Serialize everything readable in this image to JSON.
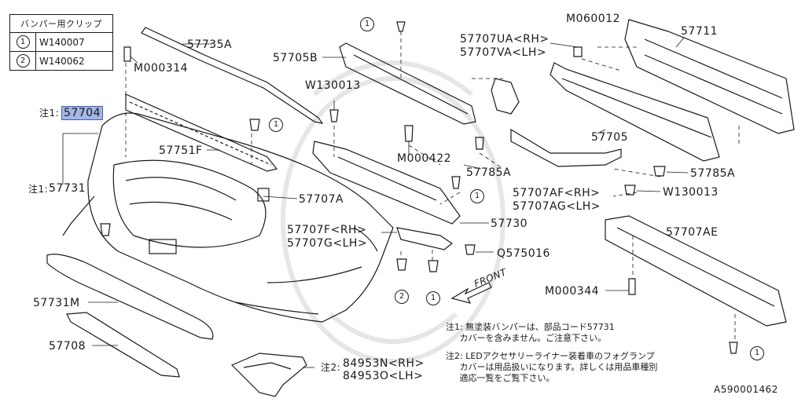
{
  "clip_table": {
    "header": "バンパー用クリップ",
    "rows": [
      {
        "num": "1",
        "code": "W140007"
      },
      {
        "num": "2",
        "code": "W140062"
      }
    ]
  },
  "labels": {
    "p57735A": "57735A",
    "pM000314": "M000314",
    "note1_prefix_a": "注1:",
    "p57704": "57704",
    "p57751F": "57751F",
    "note1_prefix_b": "注1:",
    "p57731": "57731",
    "p57707A": "57707A",
    "p57705B": "57705B",
    "pW130013a": "W130013",
    "pM000422": "M000422",
    "p57785Aa": "57785A",
    "p57707UA": "57707UA<RH>",
    "p57707VA": "57707VA<LH>",
    "pM060012": "M060012",
    "p57711": "57711",
    "p57705": "57705",
    "p57785Ab": "57785A",
    "pW130013b": "W130013",
    "p57707AF": "57707AF<RH>",
    "p57707AG": "57707AG<LH>",
    "p57730": "57730",
    "p57707F": "57707F<RH>",
    "p57707G": "57707G<LH>",
    "pQ575016": "Q575016",
    "p57707AE": "57707AE",
    "pM000344": "M000344",
    "p57731M": "57731M",
    "p57708": "57708",
    "front": "FRONT",
    "note2_prefix": "注2:",
    "p84953N": "84953N<RH>",
    "p84953O": "84953O<LH>",
    "diagram_id": "A590001462"
  },
  "badges": {
    "b1": "1",
    "b2": "1",
    "b3": "1",
    "b4": "2",
    "b5": "1",
    "b6": "1"
  },
  "notes": {
    "note1": "注1: 無塗装バンパーは、部品コード57731\n     カバーを含みません。ご注意下さい。",
    "note2": "注2: LEDアクセサリーライナー装着車のフォグランプ\n     カバーは用品扱いになります。詳しくは用品車種別\n     適応一覧をご覧下さい。"
  },
  "colors": {
    "line": "#1a1a1a",
    "highlight": "#a3b6e6"
  }
}
